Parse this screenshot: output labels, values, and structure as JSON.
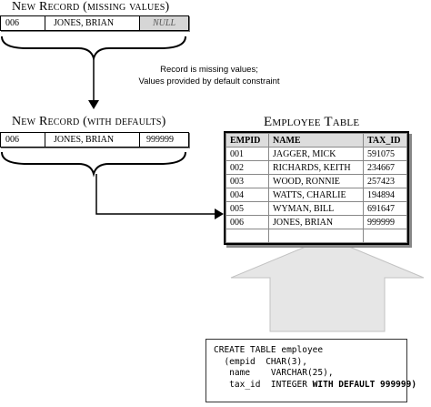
{
  "record_missing": {
    "title": "New Record (missing values)",
    "empid": "006",
    "name": "JONES, BRIAN",
    "tax_id": "NULL"
  },
  "annotation": {
    "line1": "Record is missing values;",
    "line2": "Values provided by default constraint"
  },
  "record_defaults": {
    "title": "New Record (with defaults)",
    "empid": "006",
    "name": "JONES, BRIAN",
    "tax_id": "999999"
  },
  "employee_table": {
    "title": "Employee Table",
    "headers": [
      "EMPID",
      "NAME",
      "TAX_ID"
    ],
    "rows": [
      [
        "001",
        "JAGGER, MICK",
        "591075"
      ],
      [
        "002",
        "RICHARDS, KEITH",
        "234667"
      ],
      [
        "003",
        "WOOD, RONNIE",
        "257423"
      ],
      [
        "004",
        "WATTS, CHARLIE",
        "194894"
      ],
      [
        "005",
        "WYMAN, BILL",
        "691647"
      ],
      [
        "006",
        "JONES, BRIAN",
        "999999"
      ],
      [
        "",
        "",
        ""
      ]
    ]
  },
  "sql": {
    "line1": "CREATE TABLE employee",
    "line2": "  (empid  CHAR(3),",
    "line3": "   name    VARCHAR(25),",
    "line4_prefix": "   tax_id  INTEGER ",
    "line4_bold": "WITH DEFAULT 999999)"
  }
}
